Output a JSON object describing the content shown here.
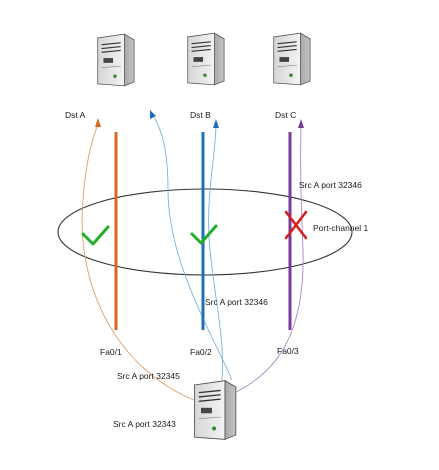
{
  "servers": {
    "dst_a": {
      "label": "Dst A"
    },
    "dst_b": {
      "label": "Dst B"
    },
    "dst_c": {
      "label": "Dst C"
    },
    "source": {
      "label": ""
    }
  },
  "ports": {
    "fa0_1": {
      "label": "Fa0/1",
      "color": "#d9651e"
    },
    "fa0_2": {
      "label": "Fa0/2",
      "color": "#1f6fb8"
    },
    "fa0_3": {
      "label": "Fa0/3",
      "color": "#7a3a9a"
    }
  },
  "bundle": {
    "label": "Port-channel 1"
  },
  "flows": [
    {
      "label": "Src A port 32343",
      "color": "#e3a06a",
      "destination": "Dst A",
      "status": "ok"
    },
    {
      "label": "Src A port 32345",
      "color": "#7fb0d8",
      "destination": "Dst B",
      "status": "ok"
    },
    {
      "label": "Src A port 32346",
      "color": "#7fb0d8",
      "destination": "Dst B",
      "status": "ok"
    },
    {
      "label": "Src A port 32346",
      "color": "#a98bc6",
      "destination": "Dst C",
      "status": "blocked"
    }
  ],
  "colors": {
    "check": "#22b02a",
    "cross": "#d42020"
  }
}
